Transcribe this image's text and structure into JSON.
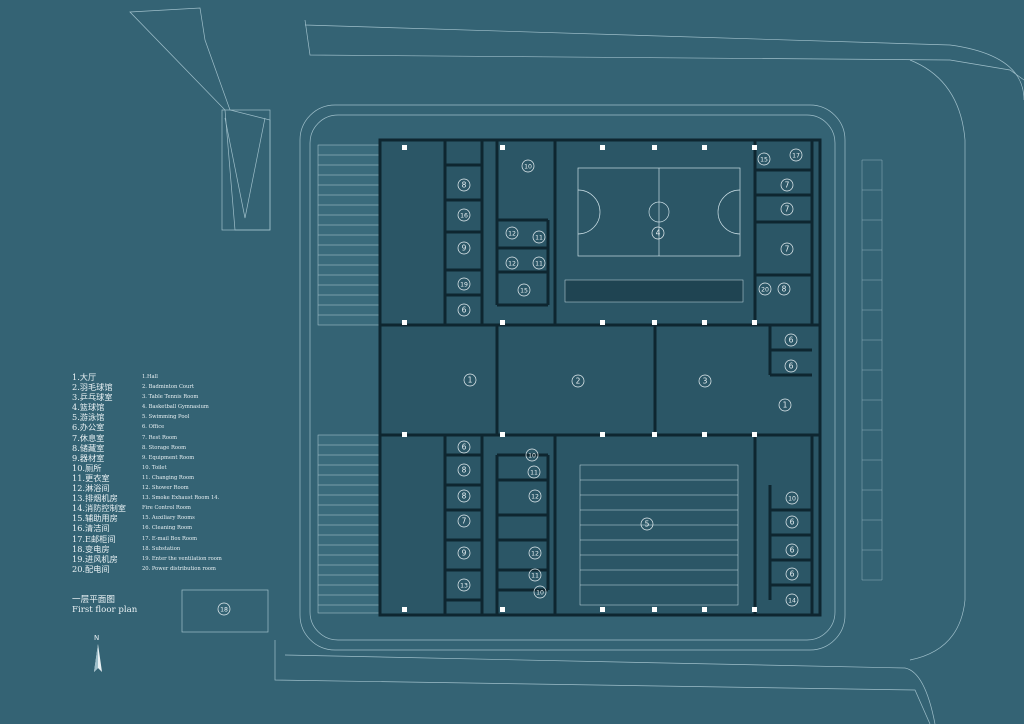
{
  "legend_cn": [
    "1.大厅",
    "2.羽毛球馆",
    "3.乒乓球室",
    "4.篮球馆",
    "5.游泳馆",
    "6.办公室",
    "7.休息室",
    "8.储藏室",
    "9.器材室",
    "10.厕所",
    "11.更衣室",
    "12.淋浴间",
    "13.排烟机房",
    "14.消防控制室",
    "15.辅助用房",
    "16.清洁间",
    "17.E邮柜间",
    "18.变电房",
    "19.进风机房",
    "20.配电间"
  ],
  "legend_en": [
    "1.Hall",
    "2. Badminton Court",
    "3. Table Tennis Room",
    "4. Basketball Gymnasium",
    "5. Swimming Pool",
    "6. Office",
    "7. Rest Room",
    "8. Storage Room",
    "9. Equipment Room",
    "10. Toilet",
    "11. Changing Room",
    "12. Shower Room",
    "13. Smoke Exhaust Room 14.",
    "Fire Control Room",
    "15. Auxiliary Rooms",
    "16. Cleaning Room",
    "17. E-mail Box Room",
    "18. Substation",
    "19. Enter the ventilation room",
    "20. Power distribution room"
  ],
  "title_cn": "一层平面图",
  "title_en": "First floor plan",
  "north_label": "N",
  "room_markers": [
    "10",
    "8",
    "16",
    "9",
    "19",
    "6",
    "12",
    "11",
    "12",
    "11",
    "15",
    "4",
    "15",
    "17",
    "7",
    "7",
    "7",
    "20",
    "8",
    "6",
    "6",
    "1",
    "2",
    "3",
    "1",
    "6",
    "10",
    "8",
    "11",
    "8",
    "12",
    "7",
    "9",
    "13",
    "12",
    "11",
    "10",
    "5",
    "10",
    "6",
    "6",
    "6",
    "14",
    "18"
  ],
  "colors": {
    "background": "#346374",
    "line": "#c9dde4",
    "wall": "#0e2630"
  }
}
